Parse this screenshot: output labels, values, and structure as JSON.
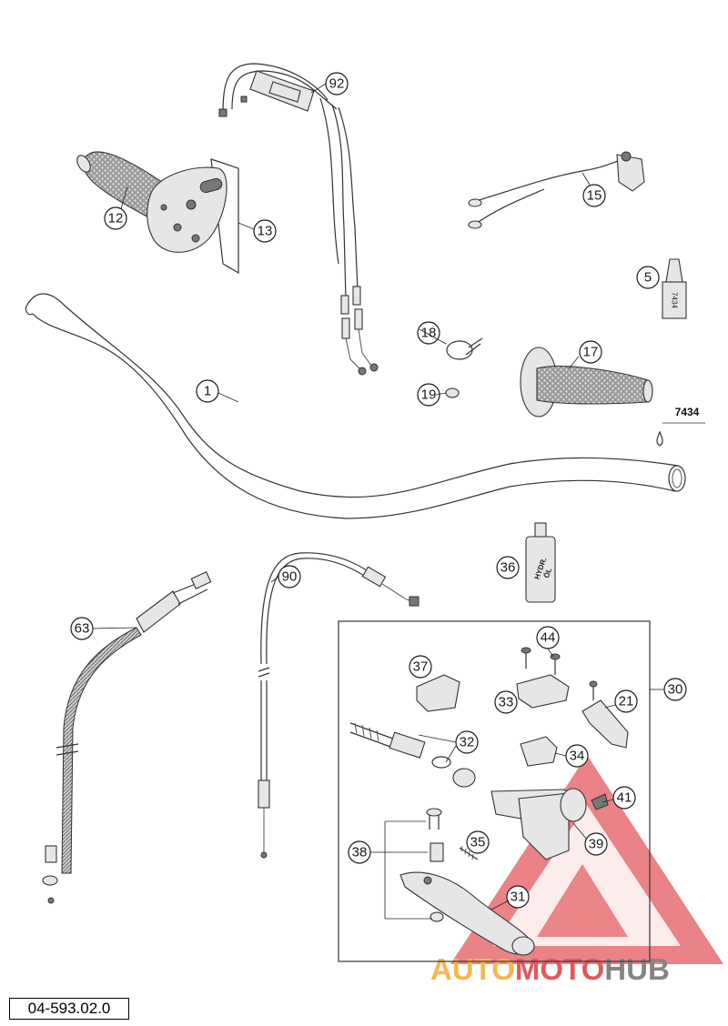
{
  "document": {
    "id": "04-593.02.0"
  },
  "callouts": {
    "c1": "1",
    "c5": "5",
    "c12": "12",
    "c13": "13",
    "c15": "15",
    "c17": "17",
    "c18": "18",
    "c19": "19",
    "c21": "21",
    "c30": "30",
    "c31": "31",
    "c32": "32",
    "c33": "33",
    "c34": "34",
    "c35": "35",
    "c36": "36",
    "c37": "37",
    "c38": "38",
    "c39": "39",
    "c41": "41",
    "c44": "44",
    "c63": "63",
    "c90": "90",
    "c92": "92"
  },
  "labels": {
    "loctite_main": "7434",
    "loctite_tube": "7434",
    "oil_line1": "HYDR.",
    "oil_line2": "ÖL"
  },
  "watermark": {
    "part1": "AUTO",
    "part2": "MOTO",
    "part3": "HUB"
  },
  "colors": {
    "watermark_orange": "#f5b03c",
    "watermark_red": "#e0474c",
    "watermark_grey": "#777777"
  }
}
